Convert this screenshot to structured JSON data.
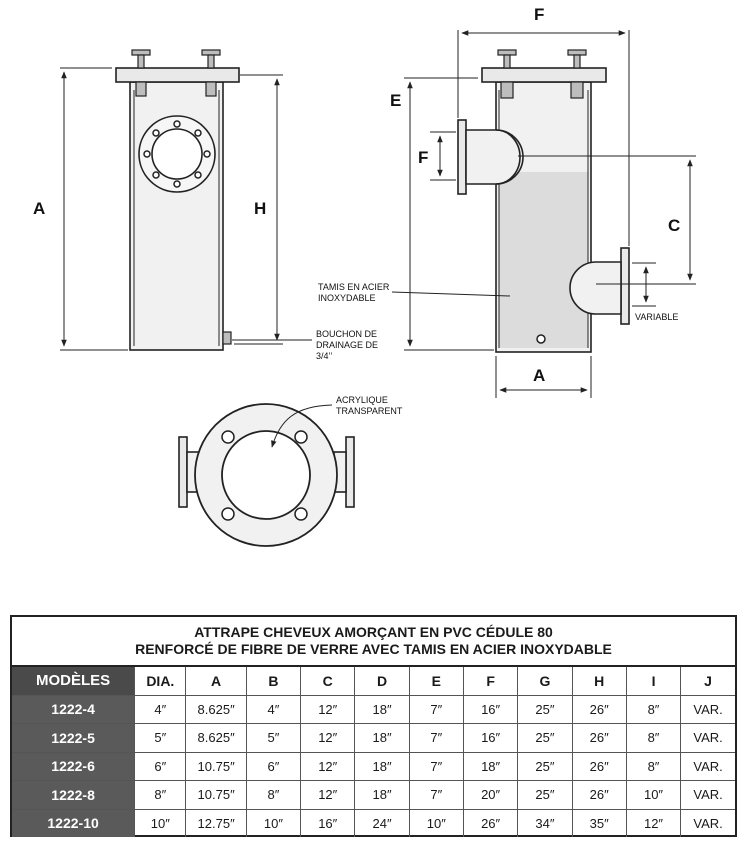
{
  "diagram": {
    "labels": {
      "a_left": "A",
      "h": "H",
      "f_top": "F",
      "e": "E",
      "f_side": "F",
      "c": "C",
      "a_bottom": "A",
      "variable": "VARIABLE",
      "screen_line1": "TAMIS EN ACIER",
      "screen_line2": "INOXYDABLE",
      "drain_line1": "BOUCHON DE",
      "drain_line2": "DRAINAGE DE",
      "drain_line3": "3/4’’",
      "acrylic_line1": "ACRYLIQUE",
      "acrylic_line2": "TRANSPARENT"
    }
  },
  "table": {
    "title_line1": "ATTRAPE CHEVEUX AMORÇANT EN PVC CÉDULE 80",
    "title_line2": "RENFORCÉ DE FIBRE DE VERRE AVEC TAMIS EN ACIER INOXYDABLE",
    "headers": [
      "MODÈLES",
      "DIA.",
      "A",
      "B",
      "C",
      "D",
      "E",
      "F",
      "G",
      "H",
      "I",
      "J"
    ],
    "rows": [
      [
        "1222-4",
        "4″",
        "8.625″",
        "4″",
        "12″",
        "18″",
        "7″",
        "16″",
        "25″",
        "26″",
        "8″",
        "VAR."
      ],
      [
        "1222-5",
        "5″",
        "8.625″",
        "5″",
        "12″",
        "18″",
        "7″",
        "16″",
        "25″",
        "26″",
        "8″",
        "VAR."
      ],
      [
        "1222-6",
        "6″",
        "10.75″",
        "6″",
        "12″",
        "18″",
        "7″",
        "18″",
        "25″",
        "26″",
        "8″",
        "VAR."
      ],
      [
        "1222-8",
        "8″",
        "10.75″",
        "8″",
        "12″",
        "18″",
        "7″",
        "20″",
        "25″",
        "26″",
        "10″",
        "VAR."
      ],
      [
        "1222-10",
        "10″",
        "12.75″",
        "10″",
        "16″",
        "24″",
        "10″",
        "26″",
        "34″",
        "35″",
        "12″",
        "VAR."
      ]
    ]
  }
}
